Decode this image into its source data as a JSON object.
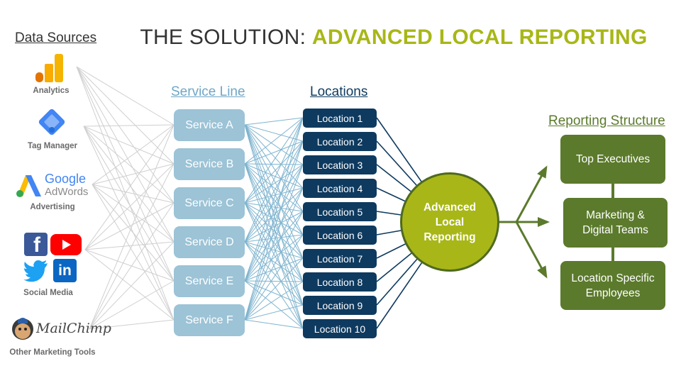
{
  "title": {
    "prefix": "THE SOLUTION: ",
    "highlight": "ADVANCED LOCAL REPORTING"
  },
  "headers": {
    "data_sources": "Data Sources",
    "service_line": "Service Line",
    "locations": "Locations",
    "reporting_structure": "Reporting Structure"
  },
  "sources": {
    "analytics": "Analytics",
    "tag_manager": "Tag Manager",
    "adwords_google": "Google",
    "adwords_name": "AdWords",
    "advertising": "Advertising",
    "social_media": "Social Media",
    "mailchimp_logo": "MailChimp",
    "other_tools": "Other Marketing Tools"
  },
  "services": [
    "Service A",
    "Service B",
    "Service C",
    "Service D",
    "Service E",
    "Service F"
  ],
  "locations": [
    "Location 1",
    "Location 2",
    "Location 3",
    "Location 4",
    "Location 5",
    "Location 6",
    "Location 7",
    "Location 8",
    "Location 9",
    "Location 10"
  ],
  "hub": {
    "line1": "Advanced",
    "line2": "Local",
    "line3": "Reporting"
  },
  "reporting": {
    "top": "Top Executives",
    "middle_line1": "Marketing &",
    "middle_line2": "Digital Teams",
    "bottom_line1": "Location Specific",
    "bottom_line2": "Employees"
  },
  "colors": {
    "title_highlight": "#a8b717",
    "service_box": "#9cc3d6",
    "location_box": "#0e3a5f",
    "hub_fill": "#a8b717",
    "hub_border": "#4f6a1f",
    "reporting_box": "#5b7a2c",
    "source_lines": "#cfcfcf",
    "service_lines": "#7fb4cf",
    "location_lines": "#0e3a5f"
  }
}
